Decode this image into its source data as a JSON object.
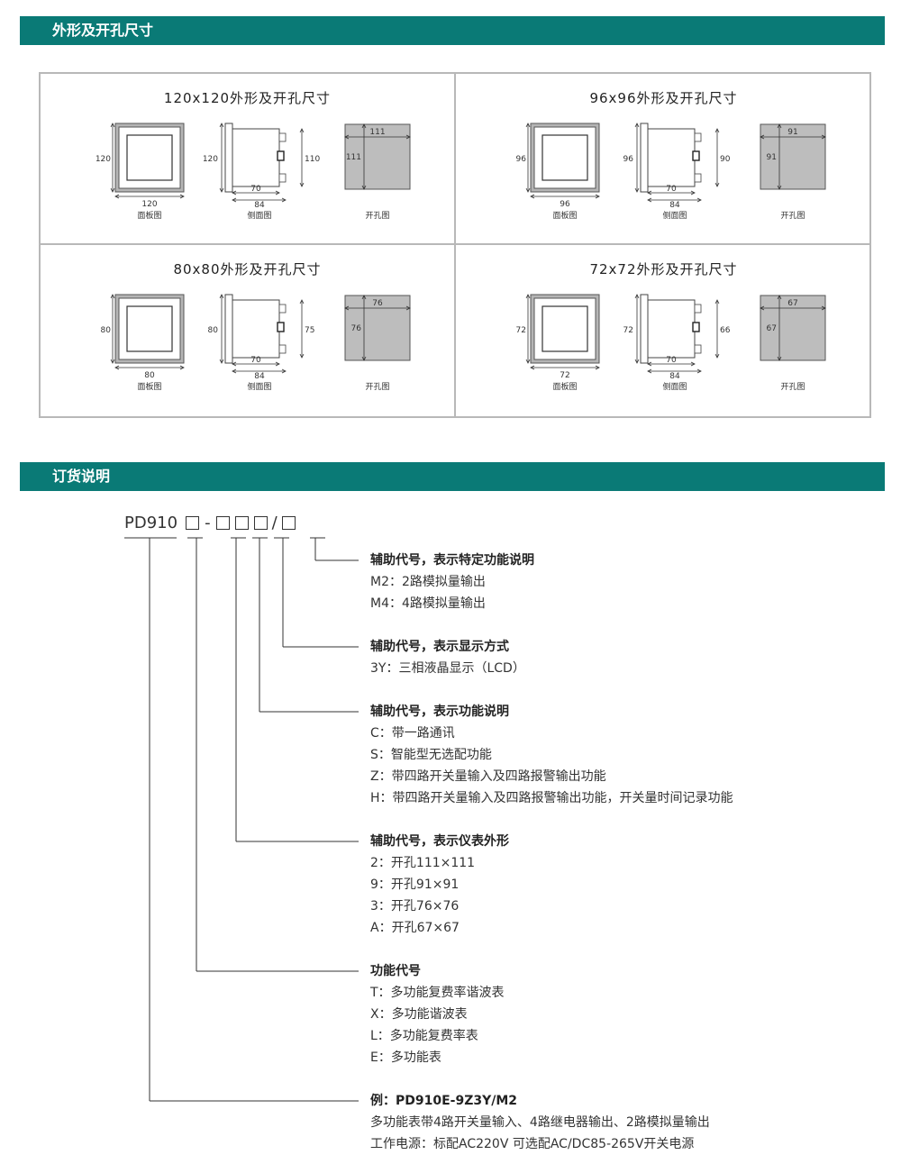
{
  "section1": {
    "title": "外形及开孔尺寸"
  },
  "section2": {
    "title": "订货说明"
  },
  "cells": [
    {
      "title": "120x120外形及开孔尺寸",
      "panel_h": "120",
      "panel_w": "120",
      "side_h": "120",
      "side_depth_a": "70",
      "side_depth_b": "84",
      "side_right": "110",
      "cut_w": "111",
      "cut_h": "111",
      "lbl_panel": "面板图",
      "lbl_side": "侧面图",
      "lbl_cut": "开孔图"
    },
    {
      "title": "96x96外形及开孔尺寸",
      "panel_h": "96",
      "panel_w": "96",
      "side_h": "96",
      "side_depth_a": "70",
      "side_depth_b": "84",
      "side_right": "90",
      "cut_w": "91",
      "cut_h": "91",
      "lbl_panel": "面板图",
      "lbl_side": "侧面图",
      "lbl_cut": "开孔图"
    },
    {
      "title": "80x80外形及开孔尺寸",
      "panel_h": "80",
      "panel_w": "80",
      "side_h": "80",
      "side_depth_a": "70",
      "side_depth_b": "84",
      "side_right": "75",
      "cut_w": "76",
      "cut_h": "76",
      "lbl_panel": "面板图",
      "lbl_side": "侧面图",
      "lbl_cut": "开孔图"
    },
    {
      "title": "72x72外形及开孔尺寸",
      "panel_h": "72",
      "panel_w": "72",
      "side_h": "72",
      "side_depth_a": "70",
      "side_depth_b": "84",
      "side_right": "66",
      "cut_w": "67",
      "cut_h": "67",
      "lbl_panel": "面板图",
      "lbl_side": "侧面图",
      "lbl_cut": "开孔图"
    }
  ],
  "order": {
    "prefix": "PD910",
    "dash": "-",
    "slash": "/",
    "groups": [
      {
        "heading": "辅助代号，表示特定功能说明",
        "lines": [
          "M2：2路模拟量输出",
          "M4：4路模拟量输出"
        ]
      },
      {
        "heading": "辅助代号，表示显示方式",
        "lines": [
          "3Y：三相液晶显示（LCD）"
        ]
      },
      {
        "heading": "辅助代号，表示功能说明",
        "lines": [
          "C：带一路通讯",
          "S：智能型无选配功能",
          "Z：带四路开关量输入及四路报警输出功能",
          "H：带四路开关量输入及四路报警输出功能，开关量时间记录功能"
        ]
      },
      {
        "heading": "辅助代号，表示仪表外形",
        "lines": [
          "2：开孔111×111",
          "9：开孔91×91",
          "3：开孔76×76",
          "A：开孔67×67"
        ]
      },
      {
        "heading": "功能代号",
        "lines": [
          "T：多功能复费率谐波表",
          "X：多功能谐波表",
          "L：多功能复费率表",
          "E：多功能表"
        ]
      },
      {
        "heading": "例：PD910E-9Z3Y/M2",
        "lines": [
          "多功能表带4路开关量输入、4路继电器输出、2路模拟量输出",
          "工作电源：标配AC220V  可选配AC/DC85-265V开关电源"
        ]
      }
    ]
  }
}
